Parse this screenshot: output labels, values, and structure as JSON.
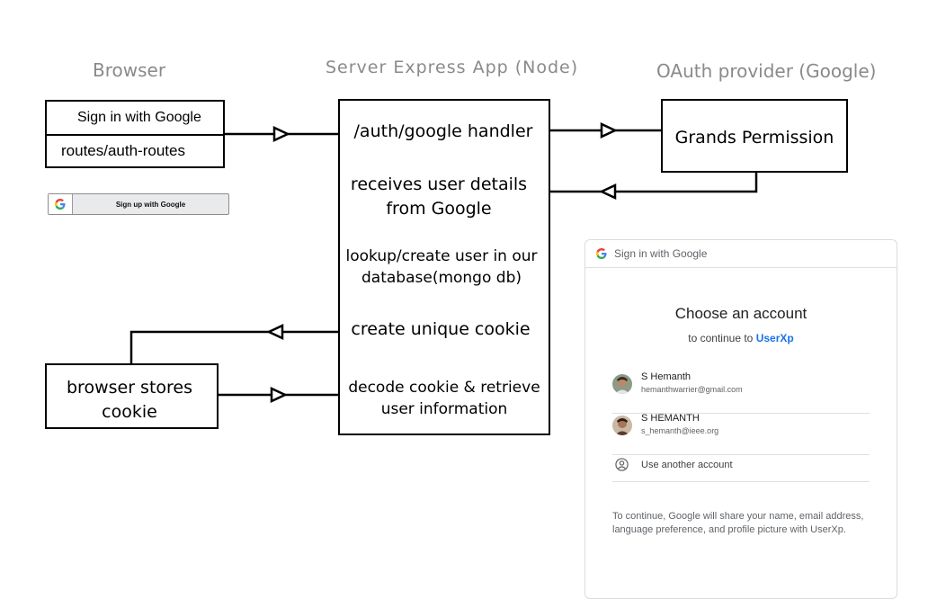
{
  "columns": {
    "browser": "Browser",
    "server": "Server Express App (Node)",
    "oauth": "OAuth provider (Google)"
  },
  "browser_box": {
    "signin": "Sign in with Google",
    "routes": "routes/auth-routes"
  },
  "google_button": {
    "label": "Sign up with Google"
  },
  "server_steps": {
    "handler": "/auth/google handler",
    "receives": "receives user details from Google",
    "lookup": "lookup/create user in our database(mongo db)",
    "cookie": "create unique cookie",
    "decode": "decode cookie & retrieve user information"
  },
  "oauth_box": {
    "label": "Grands Permission"
  },
  "browser_store": {
    "label": "browser stores cookie"
  },
  "account_chooser": {
    "header": "Sign in with Google",
    "title": "Choose an account",
    "continue_prefix": "to continue to",
    "app_name": "UserXp",
    "accounts": [
      {
        "name": "S Hemanth",
        "email": "hemanthwarrier@gmail.com"
      },
      {
        "name": "S HEMANTH",
        "email": "s_hemanth@ieee.org"
      }
    ],
    "use_another": "Use another account",
    "footer": "To continue, Google will share your name, email address, language preference, and profile picture with UserXp."
  },
  "colors": {
    "link_blue": "#1a73e8",
    "title_gray": "#8a8a8a"
  }
}
